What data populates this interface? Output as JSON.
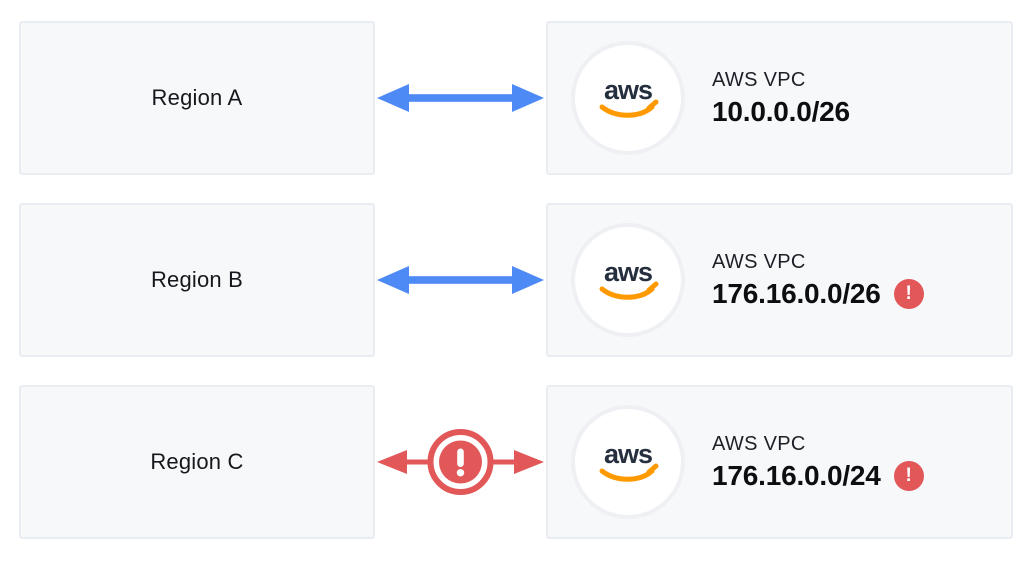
{
  "colors": {
    "box_bg": "#f7f8fa",
    "box_border": "#e9edf2",
    "blue": "#4d8af5",
    "red": "#e25858",
    "text_dark": "#15181c",
    "aws_navy": "#252f3e",
    "aws_orange": "#ff9900"
  },
  "icons": {
    "aws_logo_text": "aws",
    "warning_glyph": "!"
  },
  "rows": [
    {
      "region": "Region A",
      "vpc_label": "AWS VPC",
      "cidr": "10.0.0.0/26",
      "connection": "ok",
      "cidr_warning": false
    },
    {
      "region": "Region B",
      "vpc_label": "AWS VPC",
      "cidr": "176.16.0.0/26",
      "connection": "ok",
      "cidr_warning": true
    },
    {
      "region": "Region C",
      "vpc_label": "AWS VPC",
      "cidr": "176.16.0.0/24",
      "connection": "conflict",
      "cidr_warning": true
    }
  ]
}
